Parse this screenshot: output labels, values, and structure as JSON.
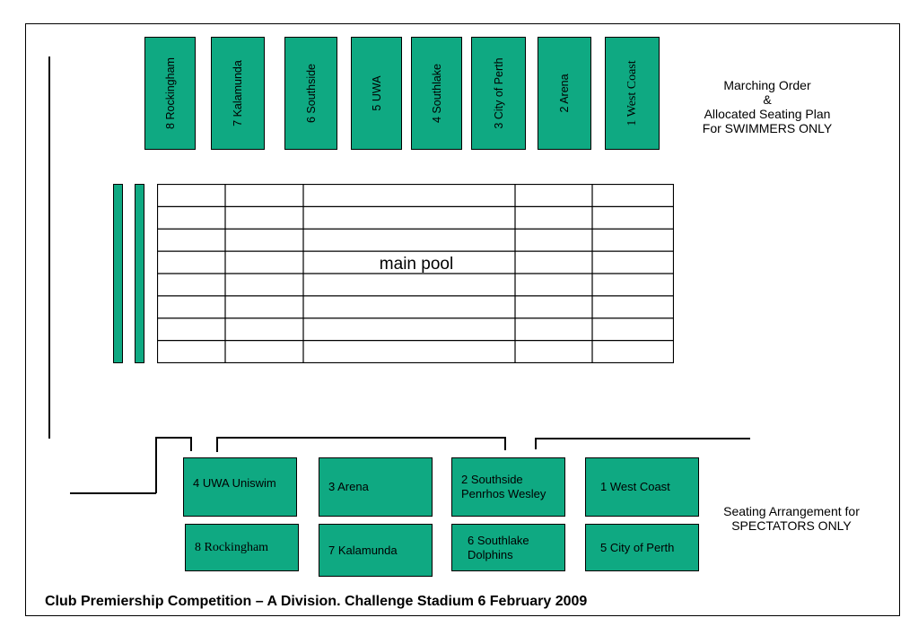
{
  "marching": {
    "boxes": [
      {
        "label": "8 Rockingham"
      },
      {
        "label": "7  Kalamunda"
      },
      {
        "label": "6 Southside"
      },
      {
        "label": "5 UWA"
      },
      {
        "label": "4  Southlake"
      },
      {
        "label": "3 City of Perth"
      },
      {
        "label": "2 Arena"
      },
      {
        "label": "1 West Coast"
      }
    ],
    "caption": "Marching Order\n&\nAllocated Seating Plan\nFor SWIMMERS ONLY"
  },
  "pool": {
    "label": "main pool",
    "lanes": 8
  },
  "spectators": {
    "boxes": [
      {
        "label": "4 UWA Uniswim"
      },
      {
        "label": "3 Arena"
      },
      {
        "label": "2 Southside\nPenrhos Wesley"
      },
      {
        "label": "1 West Coast"
      },
      {
        "label": "8 Rockingham"
      },
      {
        "label": "7 Kalamunda"
      },
      {
        "label": "6 Southlake\nDolphins"
      },
      {
        "label": "5 City of Perth"
      }
    ],
    "caption": "Seating Arrangement for\nSPECTATORS ONLY"
  },
  "title": "Club Premiership Competition – A Division.  Challenge Stadium  6 February 2009",
  "colors": {
    "box_fill": "#0fa982",
    "line": "#000000"
  }
}
